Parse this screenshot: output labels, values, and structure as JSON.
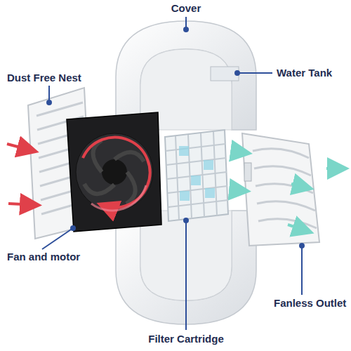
{
  "diagram": {
    "labels": [
      "Cover",
      "Water Tank",
      "Dust Free Nest",
      "Fan and motor",
      "Filter Cartridge",
      "Fanless Outlet"
    ]
  }
}
